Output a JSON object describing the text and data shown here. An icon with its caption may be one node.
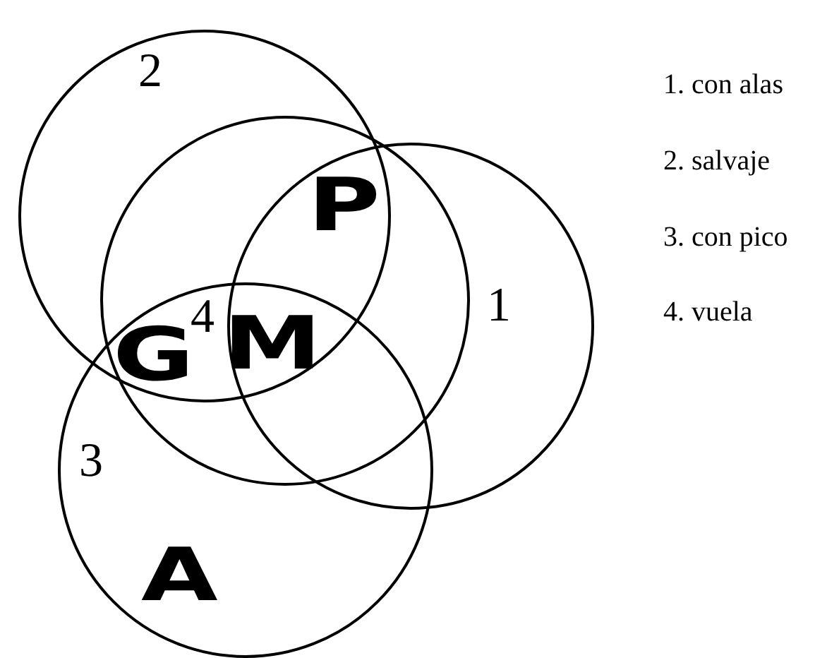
{
  "diagram": {
    "nodes": [
      {
        "text": [
          "2"
        ]
      },
      {
        "text": [
          "4"
        ]
      },
      {
        "text": [
          "1"
        ]
      },
      {
        "text": [
          "3"
        ]
      }
    ],
    "labels": [
      "1. con alas",
      "P",
      "2. salvaje",
      "3. con pico",
      "4. vuela",
      "G",
      "M",
      "A"
    ]
  }
}
